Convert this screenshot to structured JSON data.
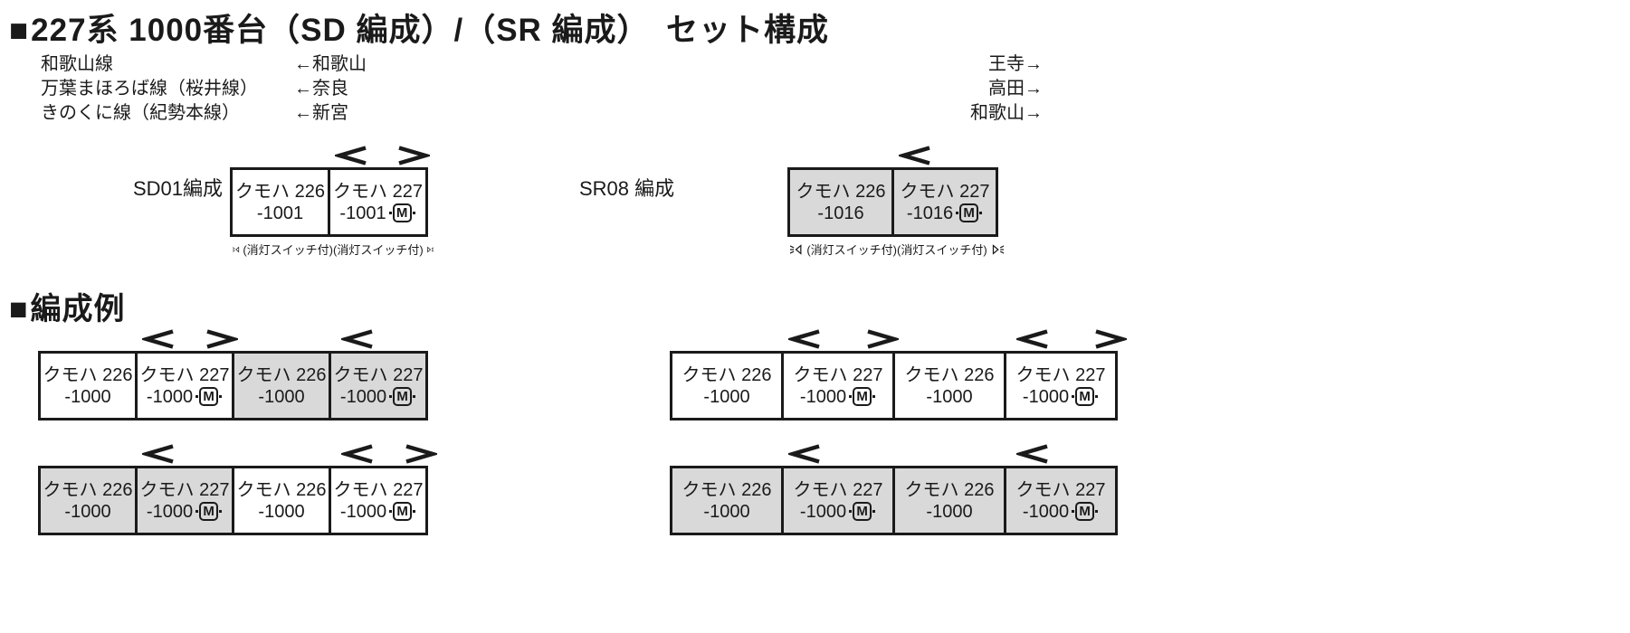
{
  "title": {
    "marker": "■",
    "text": "227系 1000番台（SD 編成）/（SR 編成）　セット構成"
  },
  "routes": [
    {
      "line": "和歌山線",
      "from": "←和歌山",
      "to": "王寺→"
    },
    {
      "line": "万葉まほろば線（桜井線）",
      "from": "←奈良",
      "to": "高田→"
    },
    {
      "line": "きのくに線（紀勢本線）",
      "from": "←新宮",
      "to": "和歌山→"
    }
  ],
  "sets": [
    {
      "label": "SD01編成",
      "cars": [
        {
          "name": "クモハ 226",
          "number": "-1001",
          "motor": false,
          "shaded": false,
          "cab_arrows": []
        },
        {
          "name": "クモハ 227",
          "number": "-1001",
          "motor": true,
          "shaded": false,
          "cab_arrows": [
            "left",
            "right"
          ]
        }
      ],
      "notes": [
        "(消灯スイッチ付)",
        "(消灯スイッチ付)"
      ]
    },
    {
      "label": "SR08 編成",
      "cars": [
        {
          "name": "クモハ 226",
          "number": "-1016",
          "motor": false,
          "shaded": true,
          "cab_arrows": []
        },
        {
          "name": "クモハ 227",
          "number": "-1016",
          "motor": true,
          "shaded": true,
          "cab_arrows": [
            "left"
          ]
        }
      ],
      "notes": [
        "(消灯スイッチ付)",
        "(消灯スイッチ付)"
      ]
    }
  ],
  "examples": {
    "heading": {
      "marker": "■",
      "text": "編成例"
    },
    "formations": [
      {
        "cars": [
          {
            "name": "クモハ 226",
            "number": "-1000",
            "motor": false,
            "shaded": false,
            "cab_arrows": []
          },
          {
            "name": "クモハ 227",
            "number": "-1000",
            "motor": true,
            "shaded": false,
            "cab_arrows": [
              "left",
              "right"
            ]
          },
          {
            "name": "クモハ 226",
            "number": "-1000",
            "motor": false,
            "shaded": true,
            "cab_arrows": []
          },
          {
            "name": "クモハ 227",
            "number": "-1000",
            "motor": true,
            "shaded": true,
            "cab_arrows": [
              "left"
            ]
          }
        ]
      },
      {
        "cars": [
          {
            "name": "クモハ 226",
            "number": "-1000",
            "motor": false,
            "shaded": true,
            "cab_arrows": []
          },
          {
            "name": "クモハ 227",
            "number": "-1000",
            "motor": true,
            "shaded": true,
            "cab_arrows": [
              "left"
            ]
          },
          {
            "name": "クモハ 226",
            "number": "-1000",
            "motor": false,
            "shaded": false,
            "cab_arrows": []
          },
          {
            "name": "クモハ 227",
            "number": "-1000",
            "motor": true,
            "shaded": false,
            "cab_arrows": [
              "left",
              "right"
            ]
          }
        ]
      },
      {
        "cars": [
          {
            "name": "クモハ 226",
            "number": "-1000",
            "motor": false,
            "shaded": false,
            "cab_arrows": []
          },
          {
            "name": "クモハ 227",
            "number": "-1000",
            "motor": true,
            "shaded": false,
            "cab_arrows": [
              "left",
              "right"
            ]
          },
          {
            "name": "クモハ 226",
            "number": "-1000",
            "motor": false,
            "shaded": false,
            "cab_arrows": []
          },
          {
            "name": "クモハ 227",
            "number": "-1000",
            "motor": true,
            "shaded": false,
            "cab_arrows": [
              "left",
              "right"
            ]
          }
        ]
      },
      {
        "cars": [
          {
            "name": "クモハ 226",
            "number": "-1000",
            "motor": false,
            "shaded": true,
            "cab_arrows": []
          },
          {
            "name": "クモハ 227",
            "number": "-1000",
            "motor": true,
            "shaded": true,
            "cab_arrows": [
              "left"
            ]
          },
          {
            "name": "クモハ 226",
            "number": "-1000",
            "motor": false,
            "shaded": true,
            "cab_arrows": []
          },
          {
            "name": "クモハ 227",
            "number": "-1000",
            "motor": true,
            "shaded": true,
            "cab_arrows": [
              "left"
            ]
          }
        ]
      }
    ]
  },
  "icons": {
    "motor_label": "M",
    "coupler_arrow_left": "＜",
    "coupler_arrow_right": "＞",
    "headlight": "headlight-with-rays"
  },
  "colors": {
    "ink": "#1a1a1a",
    "shaded_car": "#d9d9d9",
    "background": "#ffffff"
  }
}
